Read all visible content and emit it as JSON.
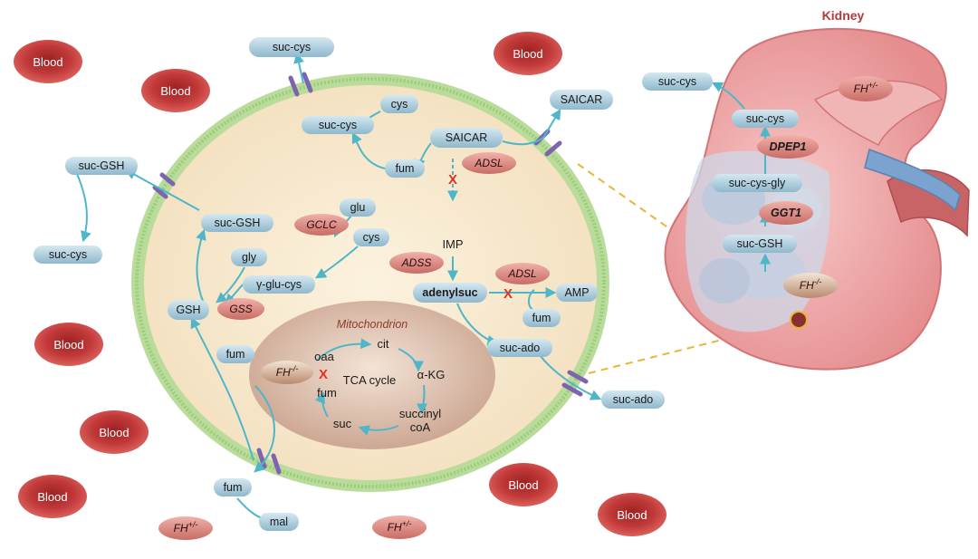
{
  "blood_label": "Blood",
  "kidney": {
    "title": "Kidney"
  },
  "mitochondrion": {
    "title": "Mitochondrion",
    "cycle": "TCA cycle"
  },
  "genotype": {
    "homo": "FH",
    "homo_sup": "-/-",
    "hetero": "FH",
    "hetero_sup": "+/-"
  },
  "x_mark": "X",
  "metabolites": {
    "suc_cys": "suc-cys",
    "cys": "cys",
    "fum": "fum",
    "saicar": "SAICAR",
    "suc_gsh": "suc-GSH",
    "glu": "glu",
    "gly": "gly",
    "gamma_glu_cys": "γ-glu-cys",
    "gsh": "GSH",
    "imp": "IMP",
    "adenylsuc": "adenylsuc",
    "amp": "AMP",
    "suc_ado": "suc-ado",
    "mal": "mal",
    "oaa": "oaa",
    "cit": "cit",
    "akg": "α-KG",
    "succinyl": "succinyl",
    "coa": "coA",
    "suc": "suc",
    "suc_cys_gly": "suc-cys-gly"
  },
  "enzymes": {
    "adsl": "ADSL",
    "gclc": "GCLC",
    "adss": "ADSS",
    "gss": "GSS",
    "dpep1": "DPEP1",
    "ggt1": "GGT1"
  },
  "colors": {
    "cytoplasm": "#f7e9cf",
    "membrane": "#b9dc9b",
    "mitochondrion": "#d8b6a3",
    "blood_cell": "#c23a3a",
    "metabolite_pill": "#a9cbdc",
    "enzyme_pill": "#d98a84",
    "arrow": "#4fb6c9",
    "inhibition": "#e0331d",
    "kidney": "#f2a9aa"
  }
}
